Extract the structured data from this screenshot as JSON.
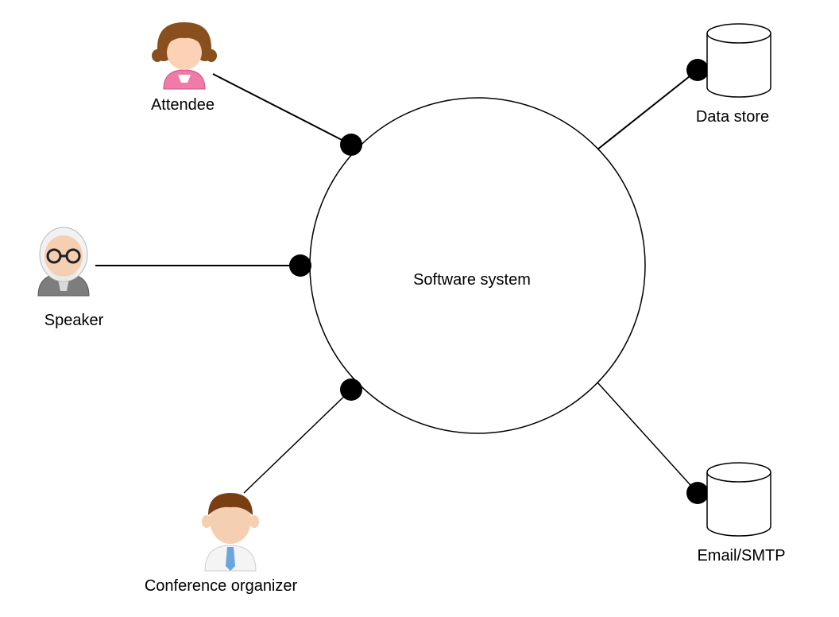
{
  "diagram": {
    "system": {
      "label": "Software system"
    },
    "actors": {
      "attendee": {
        "label": "Attendee"
      },
      "speaker": {
        "label": "Speaker"
      },
      "organizer": {
        "label": "Conference organizer"
      }
    },
    "stores": {
      "data_store": {
        "label": "Data store"
      },
      "email": {
        "label": "Email/SMTP"
      }
    }
  },
  "colors": {
    "line": "#000000",
    "attendee_hair": "#8a4f1e",
    "attendee_shirt": "#f07ba8",
    "speaker_suit": "#7d7d7d",
    "organizer_tie": "#6aa6dd"
  }
}
